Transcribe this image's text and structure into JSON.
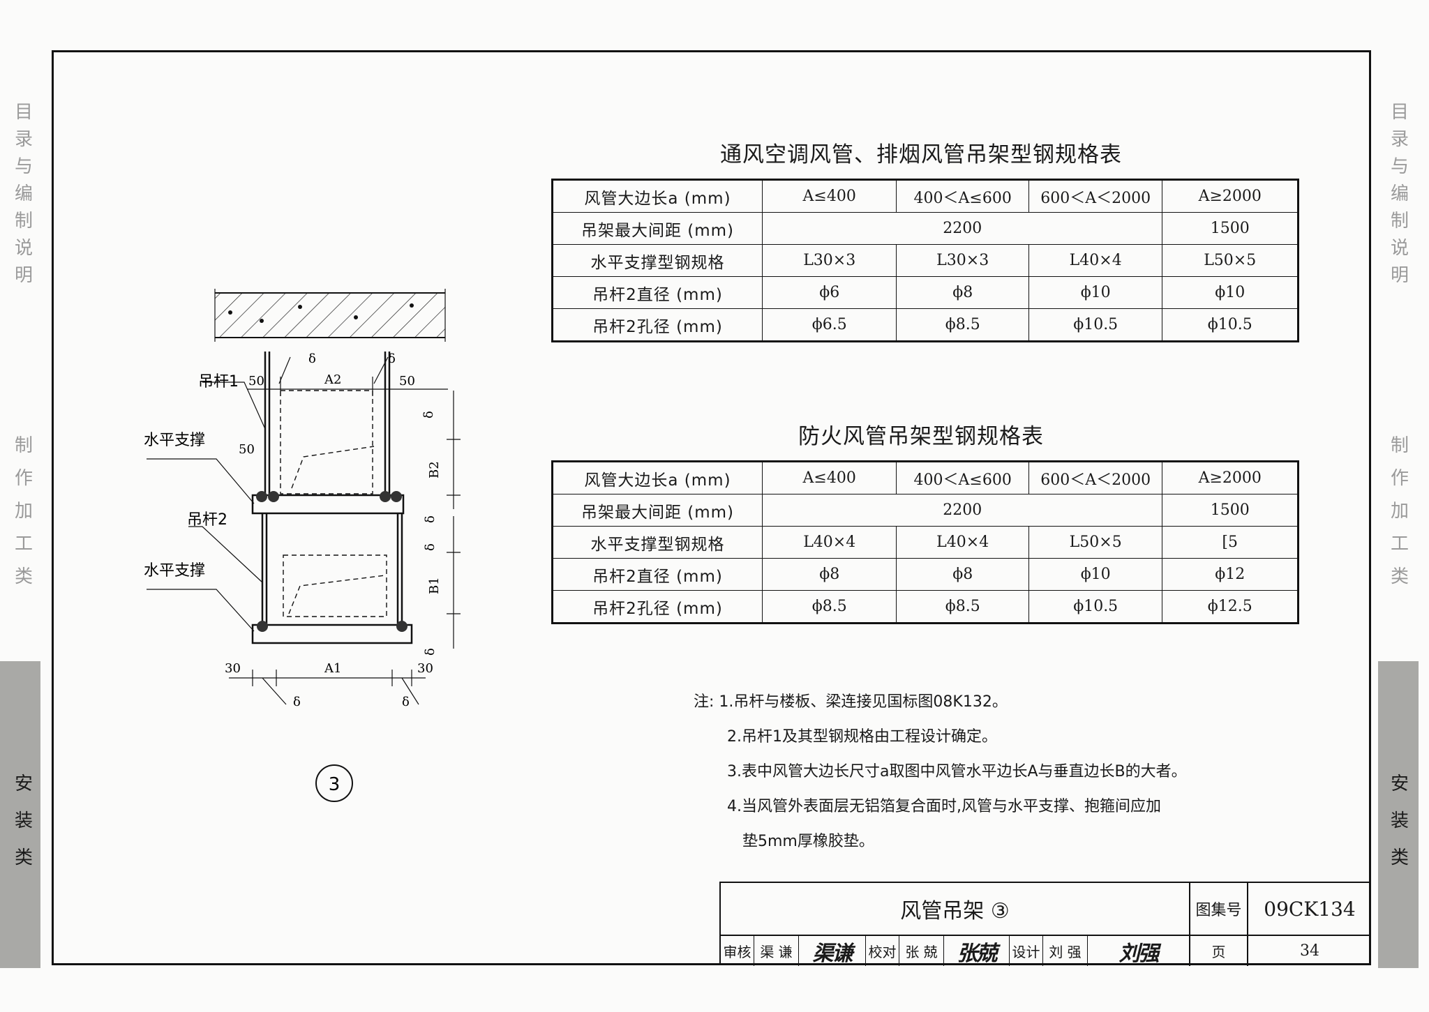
{
  "side_left": {
    "tab1": [
      "目",
      "录",
      "与",
      "编",
      "制",
      "说",
      "明"
    ],
    "tab2": [
      "制",
      "作",
      "加",
      "工",
      "类"
    ],
    "tab3": [
      "安",
      "装",
      "类"
    ]
  },
  "table1": {
    "title": "通风空调风管、排烟风管吊架型钢规格表",
    "header": [
      "风管大边长a (mm)",
      "A≤400",
      "400＜A≤600",
      "600＜A＜2000",
      "A≥2000"
    ],
    "row_spacing": {
      "label": "吊架最大间距 (mm)",
      "v1": "2200",
      "v2": "1500"
    },
    "row_steel": [
      "水平支撑型钢规格",
      "L30×3",
      "L30×3",
      "L40×4",
      "L50×5"
    ],
    "row_rod_dia": [
      "吊杆2直径 (mm)",
      "ϕ6",
      "ϕ8",
      "ϕ10",
      "ϕ10"
    ],
    "row_hole_dia": [
      "吊杆2孔径 (mm)",
      "ϕ6.5",
      "ϕ8.5",
      "ϕ10.5",
      "ϕ10.5"
    ]
  },
  "table2": {
    "title": "防火风管吊架型钢规格表",
    "header": [
      "风管大边长a (mm)",
      "A≤400",
      "400＜A≤600",
      "600＜A＜2000",
      "A≥2000"
    ],
    "row_spacing": {
      "label": "吊架最大间距 (mm)",
      "v1": "2200",
      "v2": "1500"
    },
    "row_steel": [
      "水平支撑型钢规格",
      "L40×4",
      "L40×4",
      "L50×5",
      "[5"
    ],
    "row_rod_dia": [
      "吊杆2直径 (mm)",
      "ϕ8",
      "ϕ8",
      "ϕ10",
      "ϕ12"
    ],
    "row_hole_dia": [
      "吊杆2孔径 (mm)",
      "ϕ8.5",
      "ϕ8.5",
      "ϕ10.5",
      "ϕ12.5"
    ]
  },
  "drawing": {
    "labels": {
      "rod1": "吊杆1",
      "support_top": "水平支撑",
      "rod2": "吊杆2",
      "support_bottom": "水平支撑",
      "dim_50_left": "50",
      "dim_50_right": "50",
      "dim_50_mid": "50",
      "dim_a2": "A2",
      "dim_a1": "A1",
      "dim_30_left": "30",
      "dim_30_right": "30",
      "delta": "δ",
      "b2": "B2",
      "b1": "B1"
    },
    "detail_number": "3"
  },
  "notes": {
    "prefix": "注:",
    "items": [
      "1.吊杆与楼板、梁连接见国标图08K132。",
      "2.吊杆1及其型钢规格由工程设计确定。",
      "3.表中风管大边长尺寸a取图中风管水平边长A与垂直边长B的大者。",
      "4.当风管外表面层无铝箔复合面时,风管与水平支撑、抱箍间应加",
      "垫5mm厚橡胶垫。"
    ]
  },
  "title_block": {
    "drawing_title": "风管吊架 ③",
    "atlas_label": "图集号",
    "atlas_no": "09CK134",
    "review_label": "审核",
    "reviewer": "渠 谦",
    "reviewer_sig": "渠谦",
    "check_label": "校对",
    "checker": "张 兢",
    "checker_sig": "张兢",
    "design_label": "设计",
    "designer": "刘 强",
    "designer_sig": "刘强",
    "page_label": "页",
    "page_no": "34"
  }
}
